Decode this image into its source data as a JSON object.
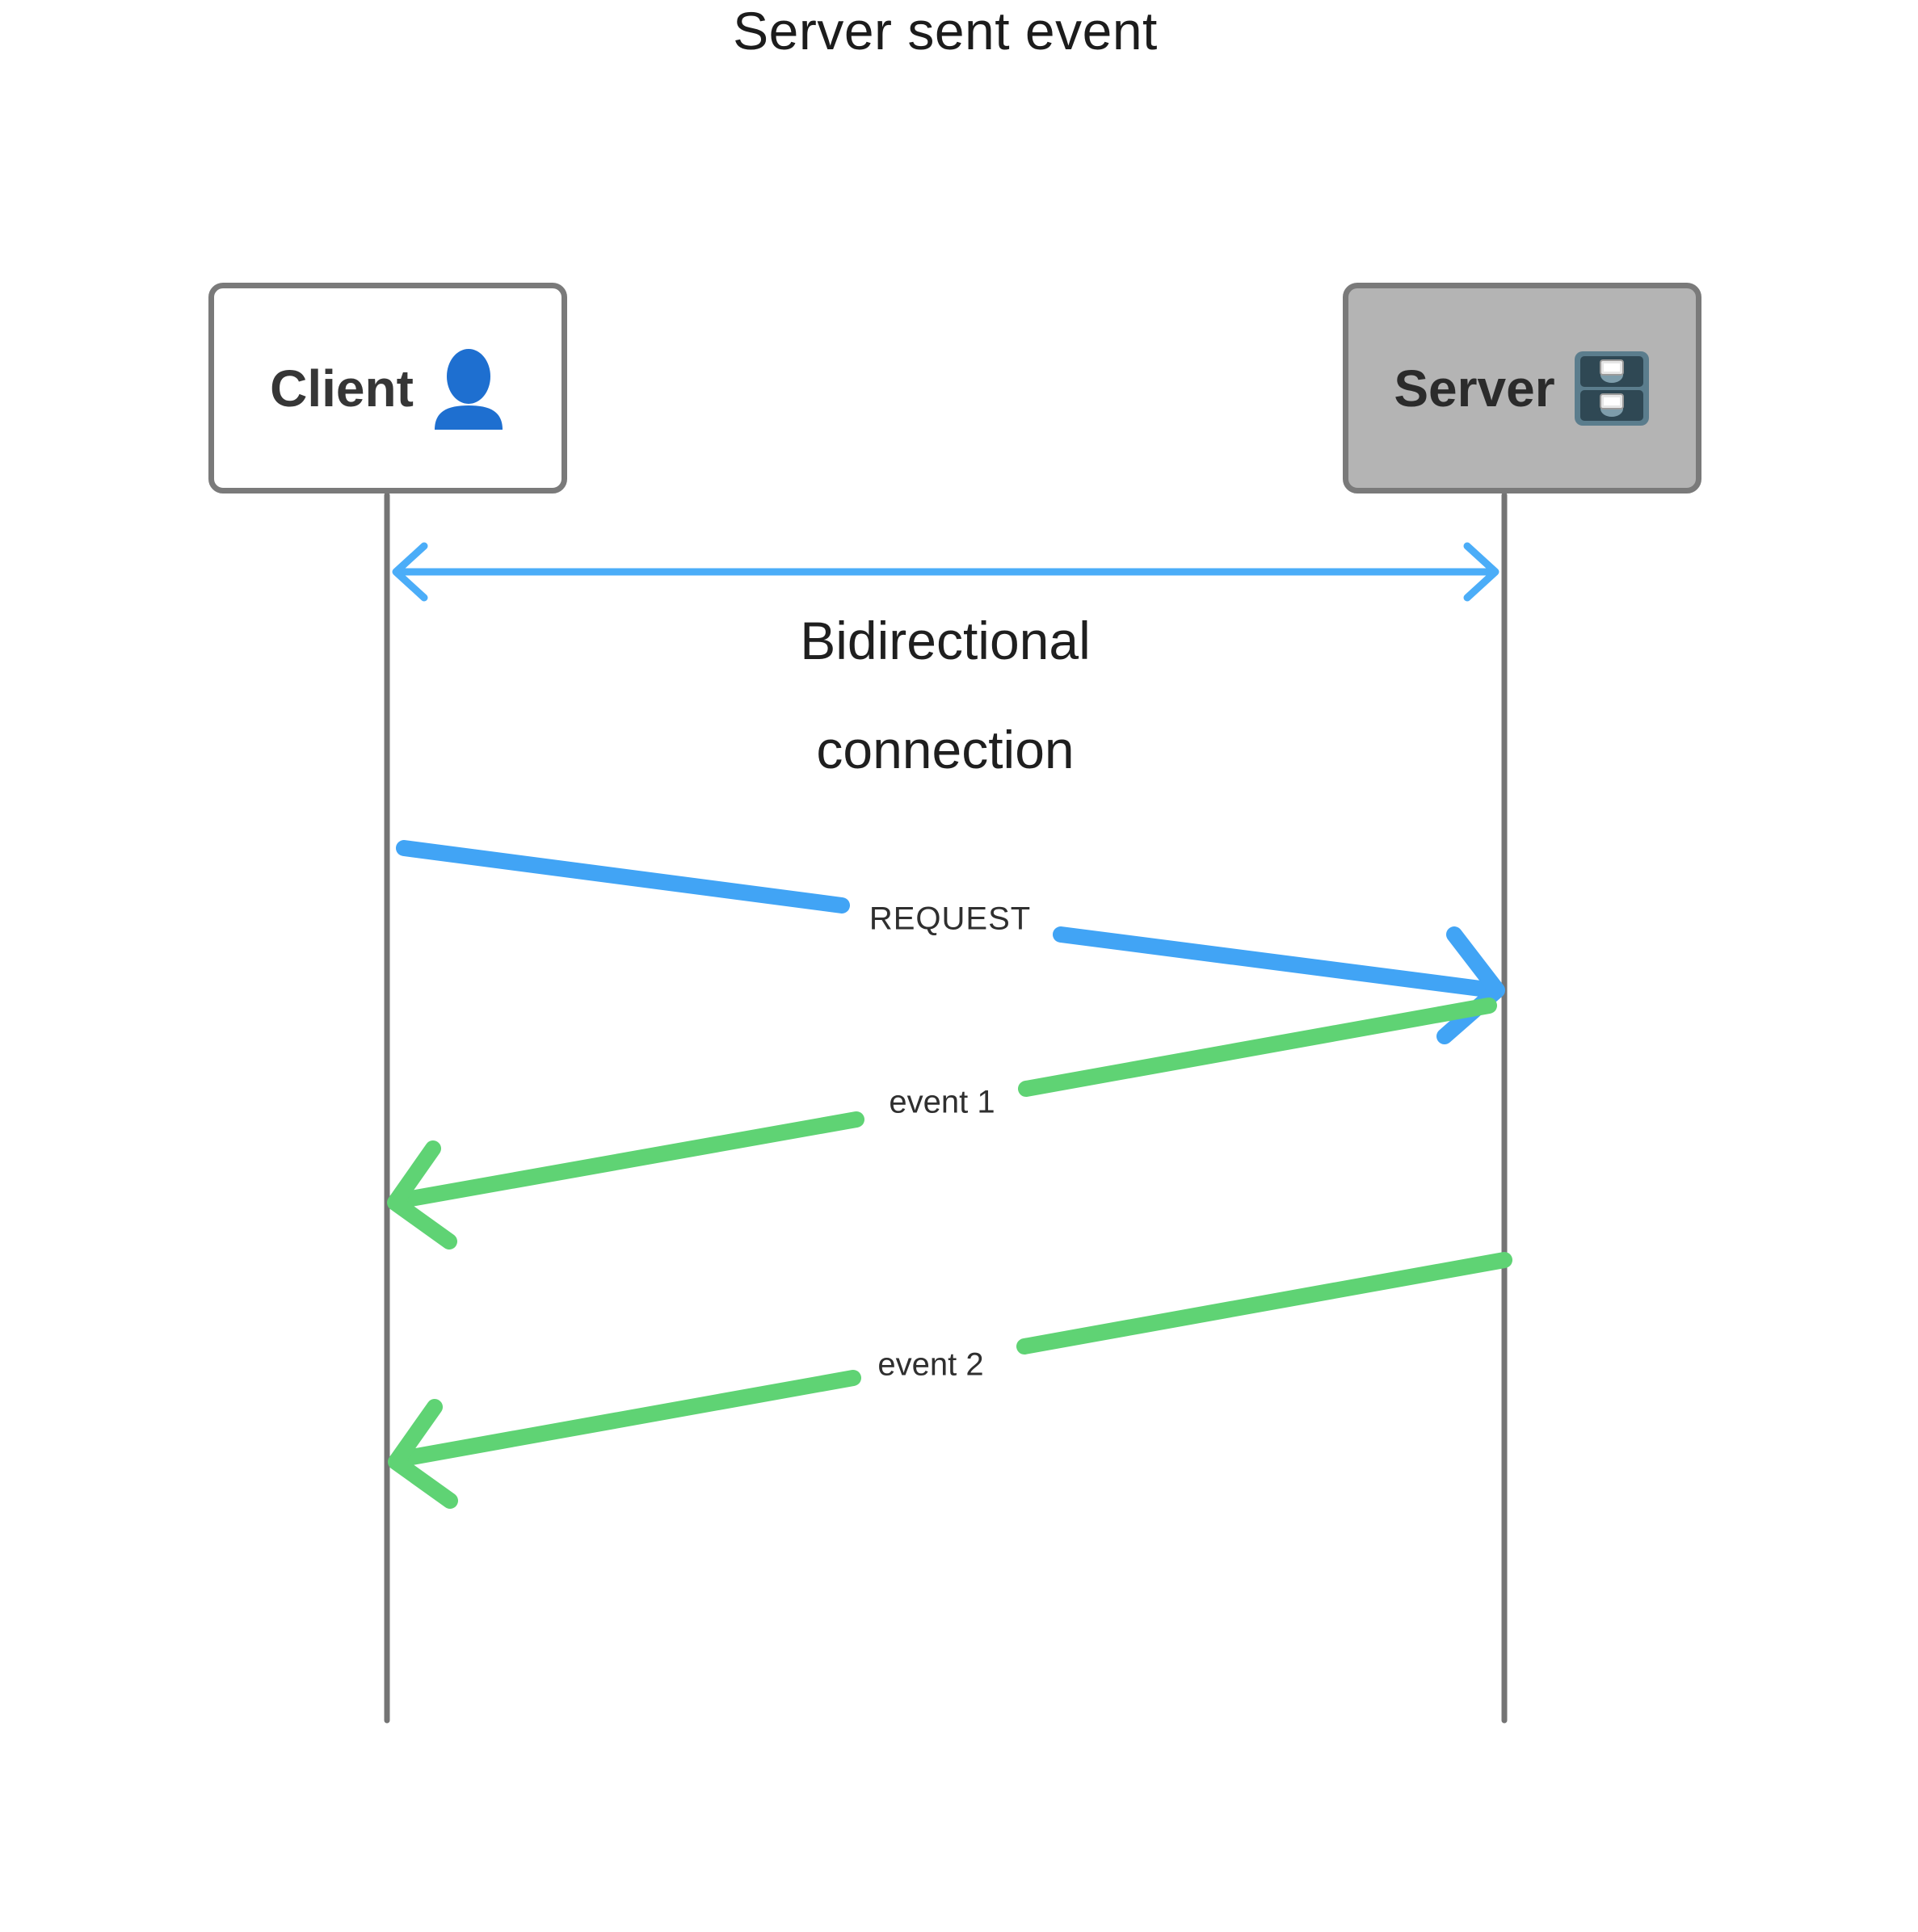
{
  "title": "Server sent event",
  "actors": {
    "client": {
      "label": "Client",
      "icon": "person-icon",
      "fill": "#ffffff"
    },
    "server": {
      "label": "Server",
      "icon": "file-cabinet-icon",
      "fill": "#b4b4b4"
    }
  },
  "connection": {
    "label": "Bidirectional connection",
    "color": "#4badf8",
    "direction": "both"
  },
  "messages": [
    {
      "label": "REQUEST",
      "from": "client",
      "to": "server",
      "color": "#41a4f5"
    },
    {
      "label": "event 1",
      "from": "server",
      "to": "client",
      "color": "#5fd374"
    },
    {
      "label": "event 2",
      "from": "server",
      "to": "client",
      "color": "#5fd374"
    }
  ],
  "colors": {
    "lifeline_gray": "#747474",
    "box_border_gray": "#7a7a7a",
    "server_box_fill": "#b4b4b4",
    "client_icon_blue": "#1e6fd0",
    "cabinet_frame": "#5b7d8d",
    "cabinet_drawer": "#2f4854",
    "cabinet_handle_cup": "#7e9dab",
    "text_dark": "#1c1c1c",
    "label_dark": "#2f2f2f"
  }
}
